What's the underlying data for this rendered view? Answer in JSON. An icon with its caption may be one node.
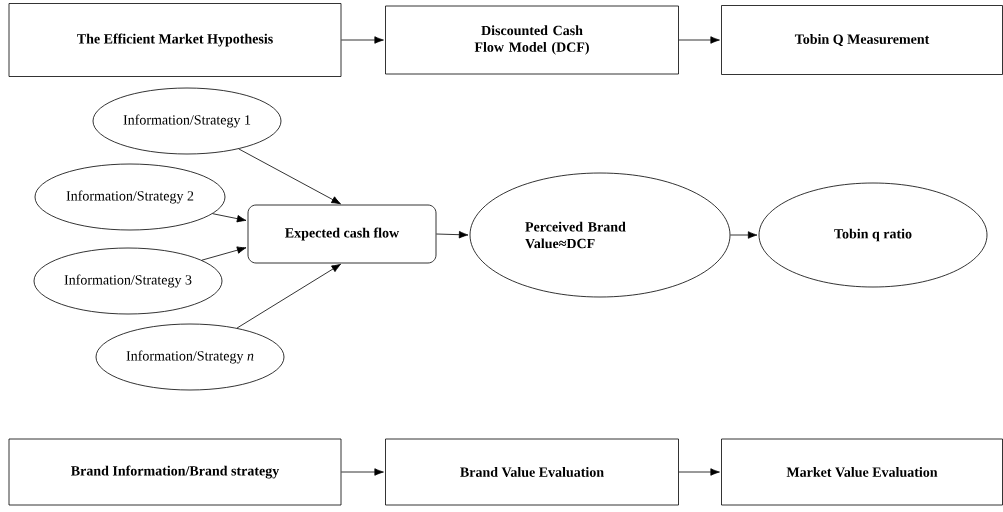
{
  "diagram": {
    "nodes": [
      {
        "text": [
          "The Efficient Market Hypothesis"
        ]
      },
      {
        "text": [
          "Discounted Cash Flow Model (DCF)"
        ]
      },
      {
        "text": [
          "Tobin Q Measurement"
        ]
      },
      {
        "text": [
          "Information/Strategy 1"
        ]
      },
      {
        "text": [
          "Information/Strategy 2"
        ]
      },
      {
        "text": [
          "Information/Strategy 3"
        ]
      },
      {
        "text": [
          "Information/Strategy *n*"
        ]
      },
      {
        "text": [
          "Expected cash flow"
        ]
      },
      {
        "text": [
          "Perceived Brand Value≈DCF"
        ]
      },
      {
        "text": [
          "Tobin q ratio"
        ]
      },
      {
        "text": [
          "Brand Information/Brand strategy"
        ]
      },
      {
        "text": [
          "Brand Value Evaluation"
        ]
      },
      {
        "text": [
          "Market Value Evaluation"
        ]
      }
    ],
    "edges": [
      {
        "from": 0,
        "to": 1,
        "arrow": "to"
      },
      {
        "from": 1,
        "to": 2,
        "arrow": "to"
      },
      {
        "from": 3,
        "to": 7,
        "arrow": "to"
      },
      {
        "from": 4,
        "to": 7,
        "arrow": "to"
      },
      {
        "from": 5,
        "to": 7,
        "arrow": "to"
      },
      {
        "from": 6,
        "to": 7,
        "arrow": "to"
      },
      {
        "from": 7,
        "to": 8,
        "arrow": "to"
      },
      {
        "from": 8,
        "to": 9,
        "arrow": "to"
      },
      {
        "from": 10,
        "to": 11,
        "arrow": "to"
      },
      {
        "from": 11,
        "to": 12,
        "arrow": "to"
      }
    ]
  }
}
